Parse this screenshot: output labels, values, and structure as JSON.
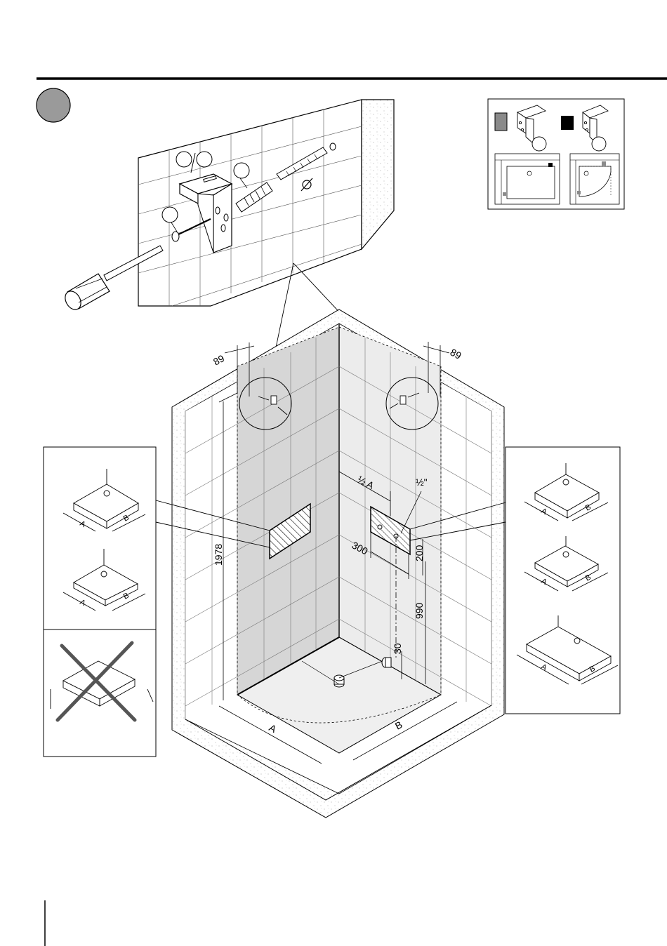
{
  "colors": {
    "wall_left": "#d6d6d6",
    "wall_right": "#ececec",
    "floor": "#efefef",
    "step_circle": "#9a9a9a",
    "grey_key": "#8a8a8a",
    "black_key": "#000000"
  },
  "dimensions": {
    "offset_left": "89",
    "offset_right": "89",
    "height_total": "1978",
    "half_a": "½ A",
    "pipe_size": "½\"",
    "box_width": "300",
    "box_height": "200",
    "outlet_height": "990",
    "floor_offset": "30",
    "side_a": "A",
    "side_b": "B"
  },
  "left_panel": {
    "tray1": {
      "a": "A",
      "b": "B"
    },
    "tray2": {
      "a": "A",
      "b": "B"
    }
  },
  "right_panel": {
    "tray1": {
      "a": "A",
      "b": "B"
    },
    "tray2": {
      "a": "A",
      "b": "B"
    },
    "tray3": {
      "a": "A",
      "b": "B"
    }
  },
  "icons": [
    "step-number-circle",
    "screwdriver-icon",
    "drill-bit-icon",
    "wall-plug-icon",
    "wall-bracket-icon",
    "diameter-symbol-icon",
    "not-allowed-cross-icon"
  ]
}
